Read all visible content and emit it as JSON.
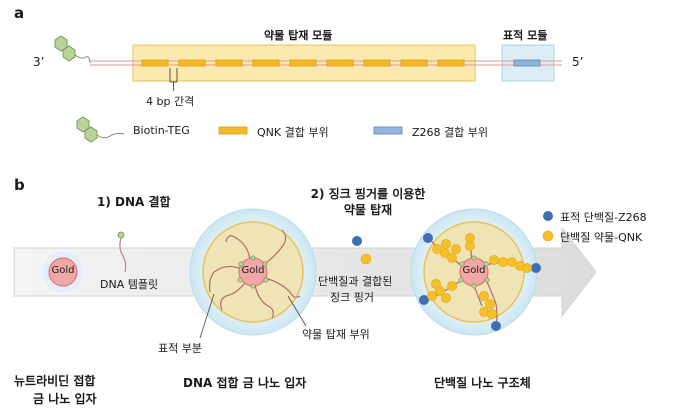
{
  "panel_a": {
    "label": "a",
    "strand_end_left": "3’",
    "strand_end_right": "5’",
    "drug_module_title": "약물 탑재 모듈",
    "target_module_title": "표적 모듈",
    "spacer_label": "4 bp 간격",
    "legend": {
      "biotin": "Biotin-TEG",
      "qnk": "QNK 결합 부위",
      "z268": "Z268 결합 부위"
    }
  },
  "panel_b": {
    "label": "b",
    "step1": "1) DNA 결합",
    "step2_line1": "2) 징크 핑거를 이용한",
    "step2_line2": "약물 탑재",
    "gold_label": "Gold",
    "dna_template_label": "DNA 템플릿",
    "target_part_label": "표적 부분",
    "drug_site_label": "약물 탑재 부위",
    "zinc_finger_line1": "단백질과 결합된",
    "zinc_finger_line2": "징크 핑거",
    "legend": {
      "target_protein": "표적 단백질-Z268",
      "drug_protein": "단백질 약물-QNK"
    },
    "caption_left_line1": "뉴트라비딘 접합",
    "caption_left_line2": "금 나노 입자",
    "caption_middle": "DNA 접합 금 나노 입자",
    "caption_right": "단백질 나노 구조체"
  },
  "colors": {
    "module_fill": "#fbe9b0",
    "target_fill": "#dbeef5",
    "qnk": "#f5b829",
    "z268": "#90b4da",
    "gold_fill": "#f2a7a7",
    "protein_yellow": "#f7c029",
    "protein_blue": "#3e6faf",
    "biotin_green": "#b9d39a"
  }
}
